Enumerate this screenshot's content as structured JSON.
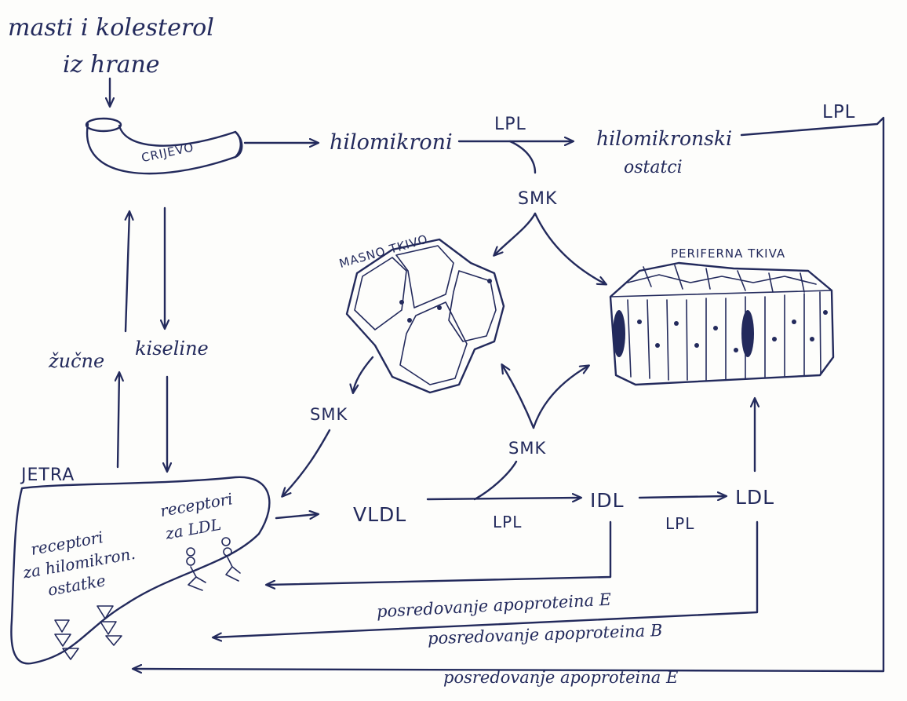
{
  "labels": {
    "food_line1": "masti i kolesterol",
    "food_line2": "iz hrane",
    "intestine": "CRIJEVO",
    "chylomicrons": "hilomikroni",
    "lpl_top": "LPL",
    "chylo_remnants_line1": "hilomikronski",
    "chylo_remnants_line2": "ostatci",
    "lpl_right": "LPL",
    "smk_top": "SMK",
    "adipose": "MASNO TKIVO",
    "peripheral": "PERIFERNA TKIVA",
    "bile": "žučne",
    "acids": "kiseline",
    "smk_left": "SMK",
    "smk_mid": "SMK",
    "liver": "JETRA",
    "receptors_chylo_1": "receptori",
    "receptors_chylo_2": "za hilomikron.",
    "receptors_chylo_3": "ostatke",
    "receptors_ldl_1": "receptori",
    "receptors_ldl_2": "za LDL",
    "vldl": "VLDL",
    "idl": "IDL",
    "ldl": "LDL",
    "lpl_vldl": "LPL",
    "lpl_idl": "LPL",
    "mediation_e1": "posredovanje apoproteina E",
    "mediation_b": "posredovanje apoproteina B",
    "mediation_e2": "posredovanje apoproteina E"
  },
  "colors": {
    "ink": "#232a5c",
    "paper": "#fdfdfb"
  }
}
